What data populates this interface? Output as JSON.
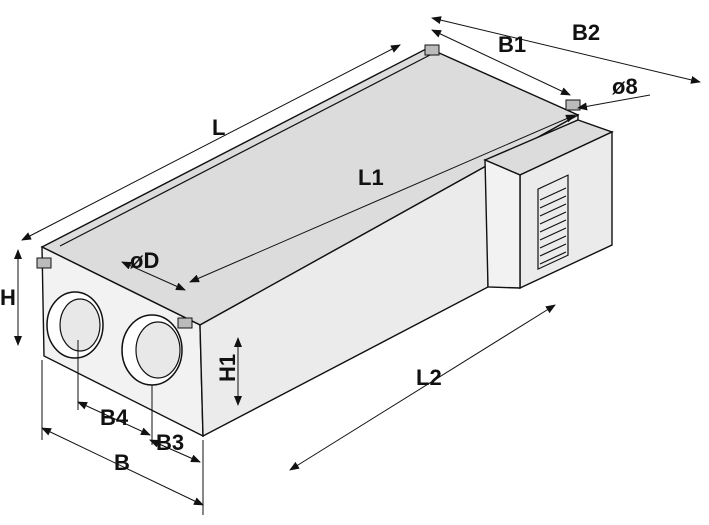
{
  "diagram": {
    "title": "Air handling unit dimensional drawing",
    "labels": {
      "L": "L",
      "B1": "B1",
      "B2": "B2",
      "bolt_diameter": "ø8",
      "L1": "L1",
      "duct_diameter": "øD",
      "H": "H",
      "H1": "H1",
      "L2": "L2",
      "B4": "B4",
      "B3": "B3",
      "B": "B"
    }
  }
}
